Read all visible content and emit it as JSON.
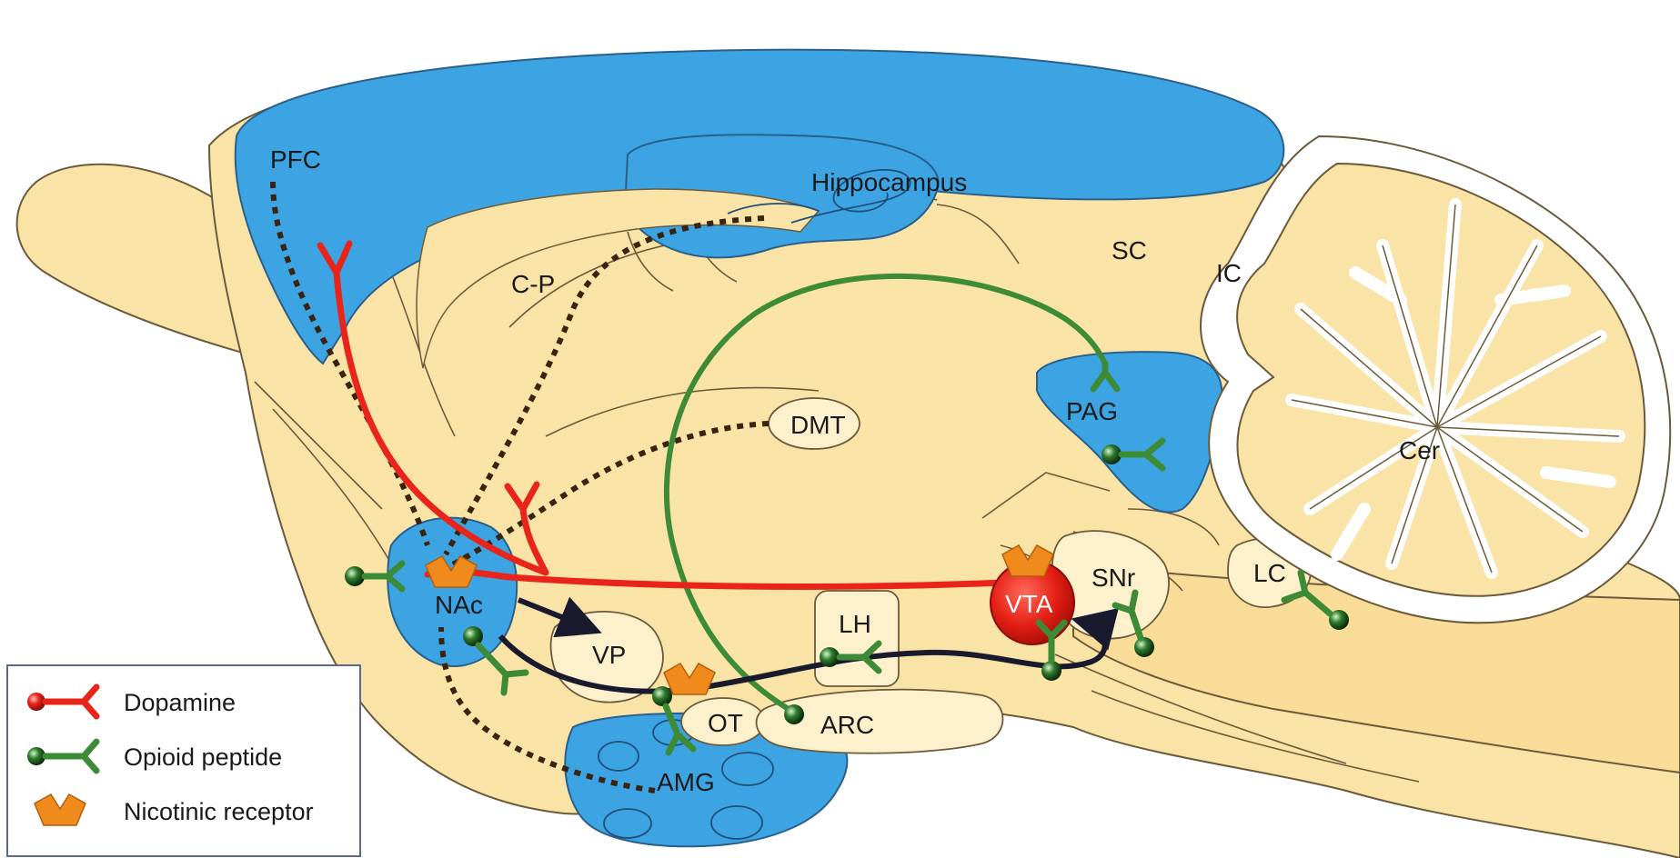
{
  "regions": {
    "pfc": "PFC",
    "hippocampus": "Hippocampus",
    "cp": "C-P",
    "sc": "SC",
    "ic": "IC",
    "cer": "Cer",
    "pag": "PAG",
    "dmt": "DMT",
    "nac": "NAc",
    "vp": "VP",
    "lh": "LH",
    "vta": "VTA",
    "snr": "SNr",
    "lc": "LC",
    "ot": "OT",
    "arc": "ARC",
    "amg": "AMG"
  },
  "legend": {
    "dopamine": "Dopamine",
    "opioid": "Opioid peptide",
    "nicotinic": "Nicotinic receptor"
  },
  "colors": {
    "tissue": "#fae3a6",
    "blue_region": "#3da4e3",
    "dopamine": "#e8241b",
    "opioid": "#3d8b37",
    "nicotinic": "#f08a1c",
    "pathway": "#1a1a2e",
    "dotted": "#3a2410"
  }
}
